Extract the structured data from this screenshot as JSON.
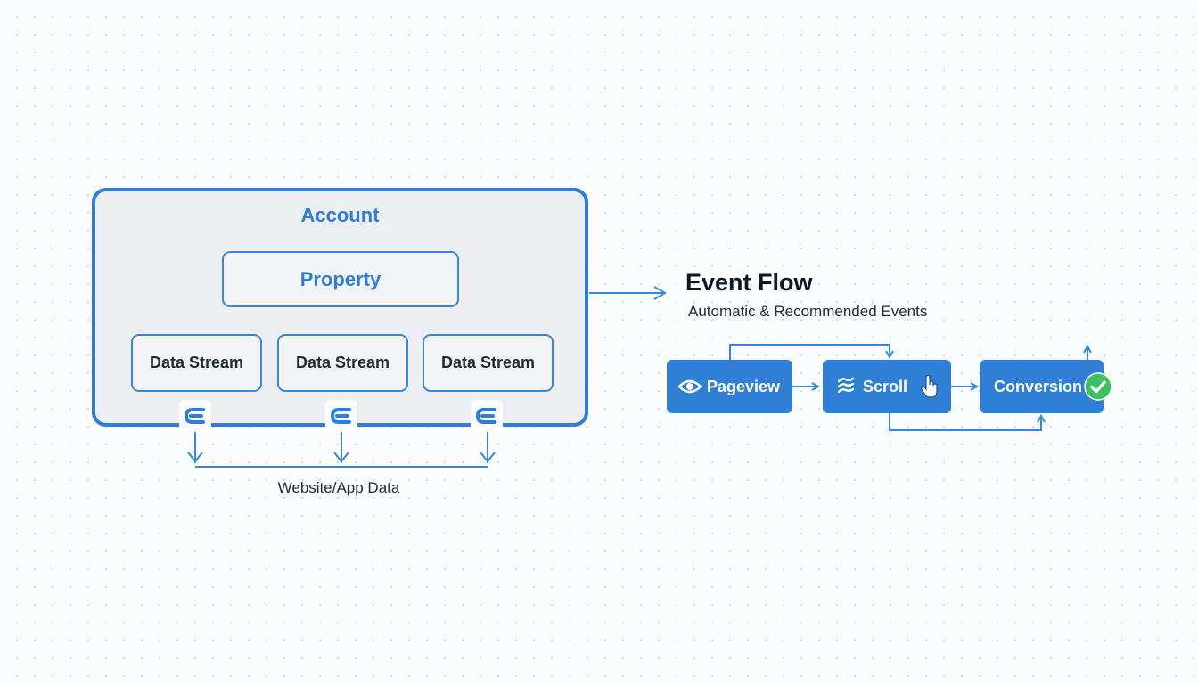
{
  "diagram": {
    "account": {
      "title": "Account"
    },
    "property": {
      "title": "Property"
    },
    "data_streams": [
      {
        "label": "Data Stream"
      },
      {
        "label": "Data Stream"
      },
      {
        "label": "Data Stream"
      }
    ],
    "stream_source_icon": "tag-icon",
    "source_caption": "Website/App Data",
    "event_flow": {
      "title": "Event Flow",
      "subtitle": "Automatic & Recommended Events",
      "events": [
        {
          "label": "Pageview",
          "icon": "eye-icon"
        },
        {
          "label": "Scroll",
          "icon": "scroll-wave-icon",
          "extra_icon": "hand-pointer-icon"
        },
        {
          "label": "Conversion",
          "icon": "checkmark-badge-icon"
        }
      ]
    },
    "colors": {
      "accent_blue": "#2f7fd6",
      "container_fill": "#eceef1",
      "check_green": "#3fbf5f",
      "text_dark": "#101826"
    }
  }
}
